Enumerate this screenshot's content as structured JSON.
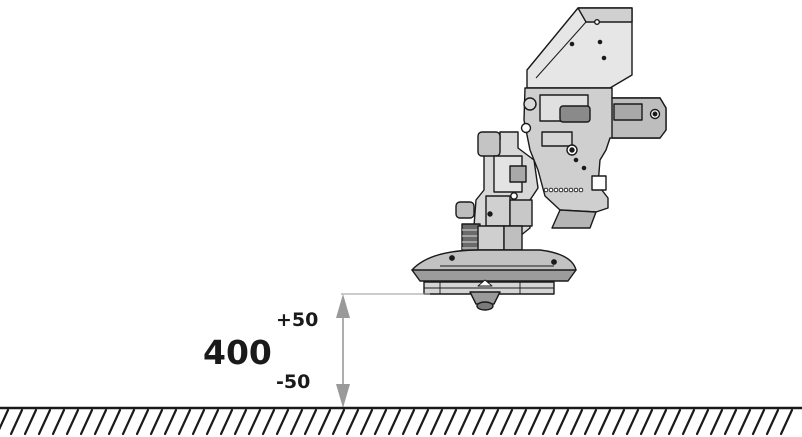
{
  "dimension": {
    "main_value": "400",
    "plus_tolerance": "+50",
    "minus_tolerance": "-50"
  },
  "colors": {
    "ink": "#1a1a1a",
    "machine_light": "#e6e6e6",
    "machine_mid": "#bdbdbd",
    "machine_dark": "#8a8a8a",
    "guide_line": "#9a9a9a"
  },
  "icons": {
    "machine": "mower-head-illustration",
    "ground": "hatched-ground-line",
    "arrow": "double-headed-dimension-arrow"
  }
}
